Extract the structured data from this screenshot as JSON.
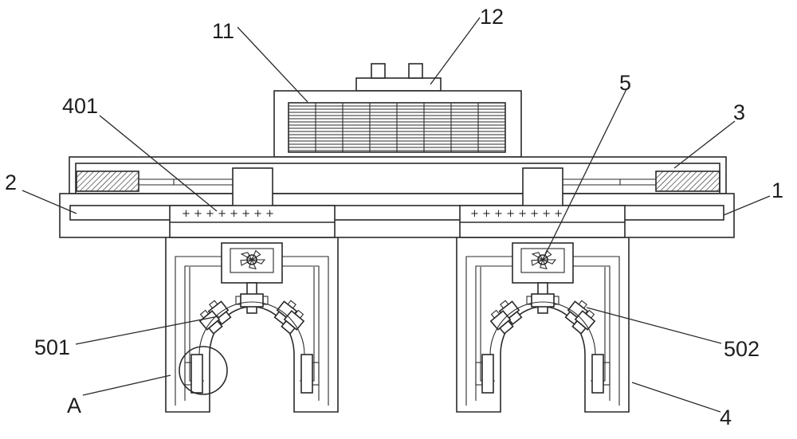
{
  "labels": {
    "l11": "11",
    "l12": "12",
    "l401": "401",
    "l5": "5",
    "l3": "3",
    "l2": "2",
    "l1": "1",
    "l501": "501",
    "l502": "502",
    "lA": "A",
    "l4": "4"
  },
  "strip": {
    "plus_left": "+ + + + + + + +",
    "plus_right": "+ + + + + + + +"
  }
}
